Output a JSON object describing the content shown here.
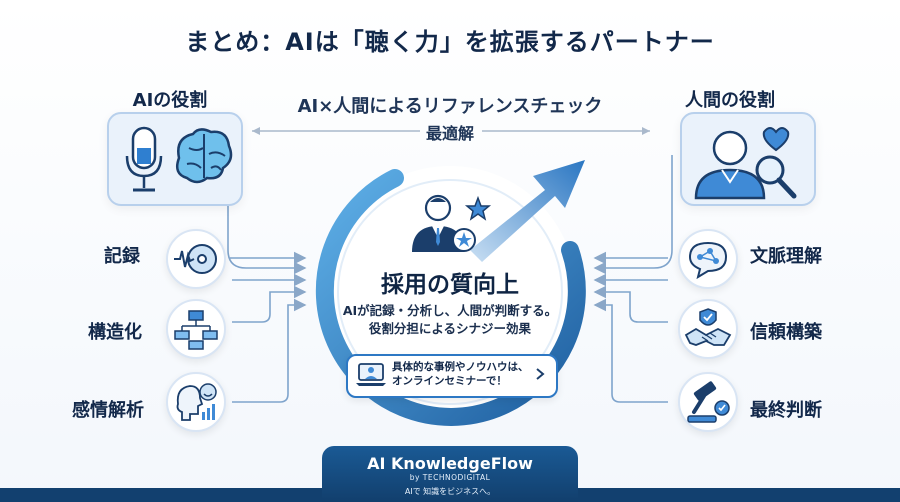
{
  "title": "まとめ：AIは「聴く力」を拡張するパートナー",
  "left": {
    "title": "AIの役割",
    "items": [
      {
        "label": "記録",
        "icon": "disc-waveform-icon"
      },
      {
        "label": "構造化",
        "icon": "hierarchy-chart-icon"
      },
      {
        "label": "感情解析",
        "icon": "emotion-analysis-icon"
      }
    ]
  },
  "right": {
    "title": "人間の役割",
    "items": [
      {
        "label": "文脈理解",
        "icon": "context-bubble-icon"
      },
      {
        "label": "信頼構築",
        "icon": "handshake-icon"
      },
      {
        "label": "最終判断",
        "icon": "gavel-icon"
      }
    ]
  },
  "center": {
    "heading_line1": "AI×人間によるリファレンスチェック",
    "heading_line2": "最適解",
    "main_title": "採用の質向上",
    "main_text_line1": "AIが記録・分析し、人間が判断する。",
    "main_text_line2": "役割分担によるシナジー効果",
    "cta_line1": "具体的な事例やノウハウは、",
    "cta_line2": "オンラインセミナーで！"
  },
  "footer": {
    "brand": "AI KnowledgeFlow",
    "by": "by TECHNODIGITAL",
    "tagline": "AIで 知識をビジネスへ。"
  },
  "colors": {
    "navy": "#12284a",
    "accent_blue": "#2d78c4",
    "light_blue": "#eaf2fb"
  }
}
